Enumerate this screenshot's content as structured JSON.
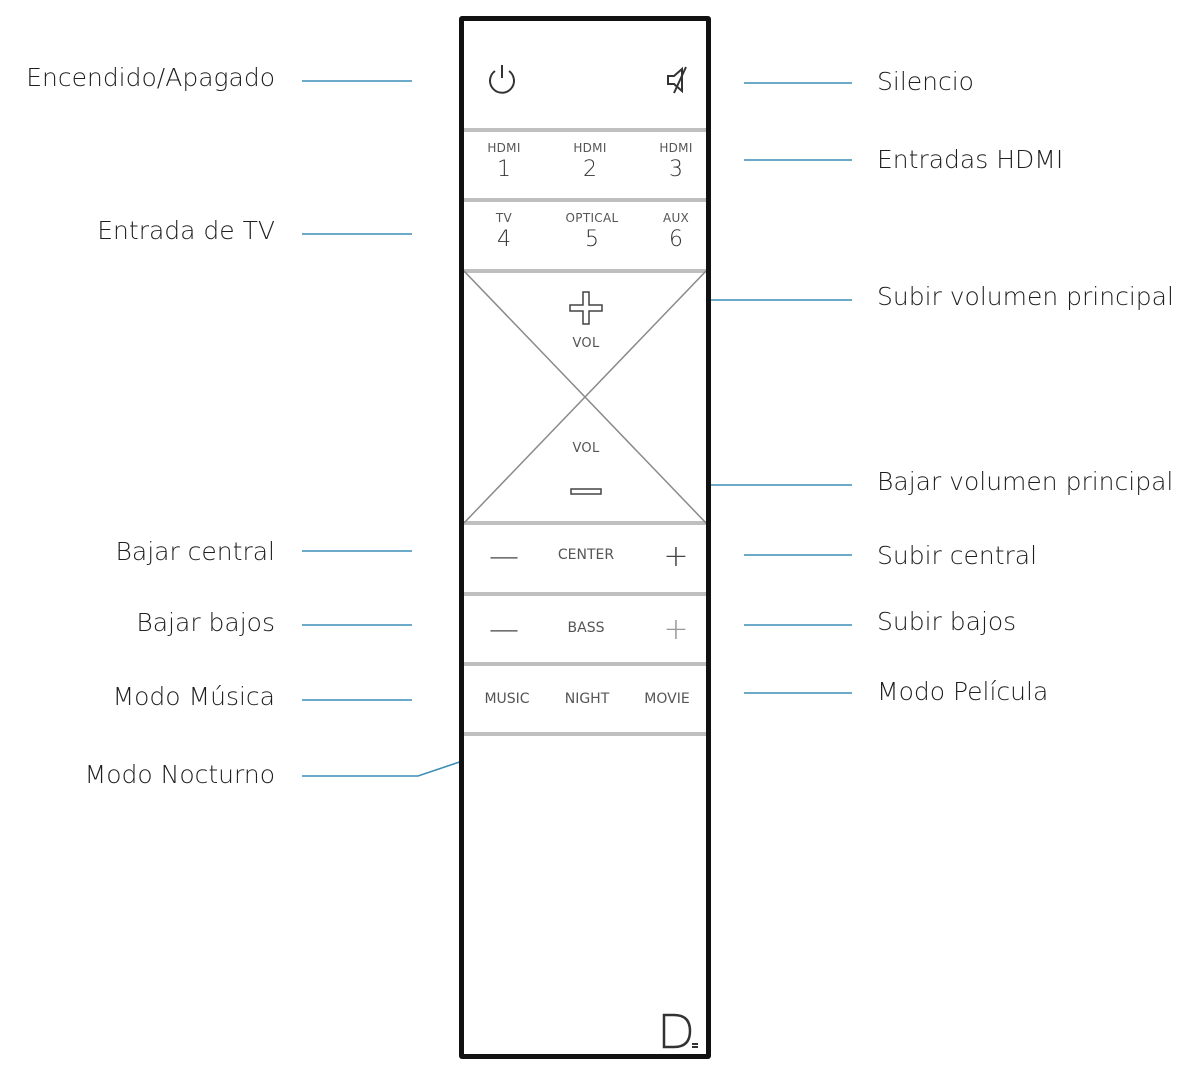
{
  "labels": {
    "power": "Encendido/Apagado",
    "tv_input": "Entrada de TV",
    "center_down": "Bajar central",
    "bass_down": "Bajar bajos",
    "music_mode": "Modo Música",
    "night_mode": "Modo Nocturno",
    "mute": "Silencio",
    "hdmi_inputs": "Entradas HDMI",
    "vol_up": "Subir volumen principal",
    "vol_down": "Bajar volumen principal",
    "center_up": "Subir central",
    "bass_up": "Subir bajos",
    "movie_mode": "Modo Película"
  },
  "remote": {
    "hdmi1_label": "HDMI",
    "hdmi1_num": "1",
    "hdmi2_label": "HDMI",
    "hdmi2_num": "2",
    "hdmi3_label": "HDMI",
    "hdmi3_num": "3",
    "tv_label": "TV",
    "tv_num": "4",
    "optical_label": "OPTICAL",
    "optical_num": "5",
    "aux_label": "AUX",
    "aux_num": "6",
    "vol_up_label": "VOL",
    "vol_down_label": "VOL",
    "center_label": "CENTER",
    "bass_label": "BASS",
    "music": "MUSIC",
    "night": "NIGHT",
    "movie": "MOVIE",
    "minus": "—",
    "plus": "+"
  },
  "colors": {
    "leader_line": "#3a8fb7",
    "outline": "#111111",
    "divider": "#bfbfbf"
  },
  "icons": [
    "power-icon",
    "mute-icon",
    "plus-icon",
    "minus-icon",
    "brand-logo"
  ]
}
